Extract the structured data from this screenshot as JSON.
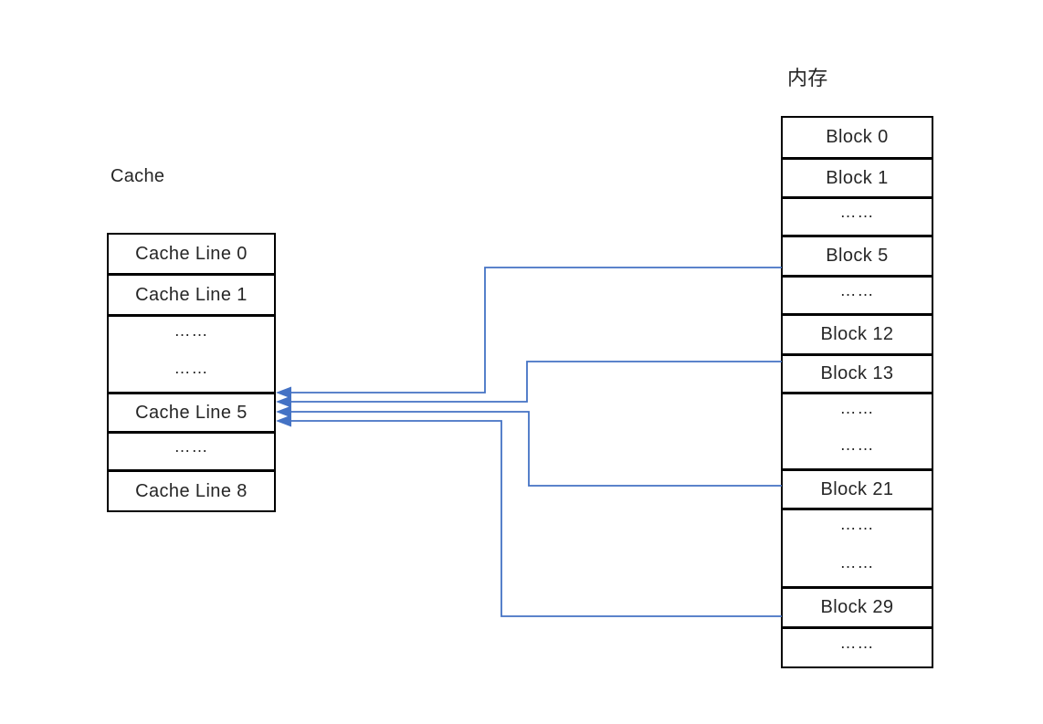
{
  "diagram": {
    "background_color": "#ffffff",
    "accent_color": "#4472C4",
    "border_color": "#000000",
    "text_color": "#262626",
    "cache": {
      "title": "Cache",
      "rows": [
        {
          "kind": "item",
          "label": "Cache Line 0"
        },
        {
          "kind": "item",
          "label": "Cache Line 1"
        },
        {
          "kind": "dots2",
          "label": "……",
          "label2": "……"
        },
        {
          "kind": "item",
          "label": "Cache Line 5"
        },
        {
          "kind": "dots",
          "label": "……"
        },
        {
          "kind": "item",
          "label": "Cache Line 8"
        }
      ]
    },
    "memory": {
      "title": "内存",
      "rows": [
        {
          "kind": "item",
          "label": "Block 0"
        },
        {
          "kind": "item",
          "label": "Block 1"
        },
        {
          "kind": "dots",
          "label": "……"
        },
        {
          "kind": "item",
          "label": "Block 5"
        },
        {
          "kind": "dots",
          "label": "……"
        },
        {
          "kind": "item",
          "label": "Block 12"
        },
        {
          "kind": "item",
          "label": "Block 13"
        },
        {
          "kind": "dots2",
          "label": "……",
          "label2": "……"
        },
        {
          "kind": "item",
          "label": "Block 21"
        },
        {
          "kind": "dots2",
          "label": "……",
          "label2": "……"
        },
        {
          "kind": "item",
          "label": "Block 29"
        },
        {
          "kind": "dots",
          "label": "……"
        }
      ]
    },
    "connections": [
      {
        "from": "Block 5",
        "to": "Cache Line 5"
      },
      {
        "from": "Block 13",
        "to": "Cache Line 5"
      },
      {
        "from": "Block 21",
        "to": "Cache Line 5"
      },
      {
        "from": "Block 29",
        "to": "Cache Line 5"
      }
    ]
  }
}
